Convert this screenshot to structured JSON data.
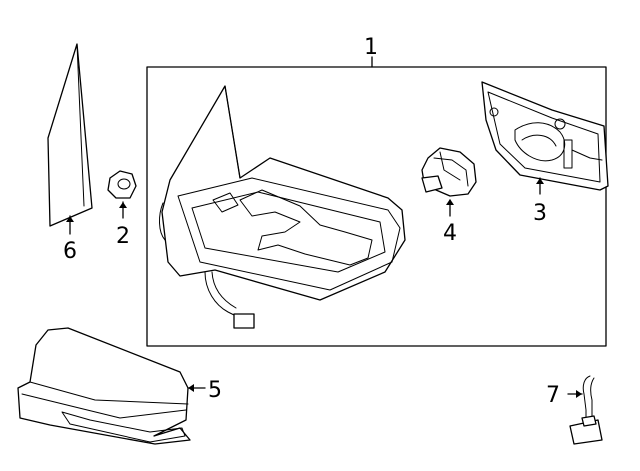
{
  "callouts": {
    "c1": "1",
    "c2": "2",
    "c3": "3",
    "c4": "4",
    "c5": "5",
    "c6": "6",
    "c7": "7"
  },
  "parts": [
    {
      "callout": "1",
      "icon": "mirror-assembly-icon"
    },
    {
      "callout": "2",
      "icon": "nut-icon"
    },
    {
      "callout": "3",
      "icon": "mirror-motor-icon"
    },
    {
      "callout": "4",
      "icon": "lamp-socket-icon"
    },
    {
      "callout": "5",
      "icon": "mirror-cover-icon"
    },
    {
      "callout": "6",
      "icon": "mirror-glass-icon"
    },
    {
      "callout": "7",
      "icon": "bulb-icon"
    }
  ],
  "colors": {
    "line": "#000000",
    "background": "#ffffff"
  }
}
